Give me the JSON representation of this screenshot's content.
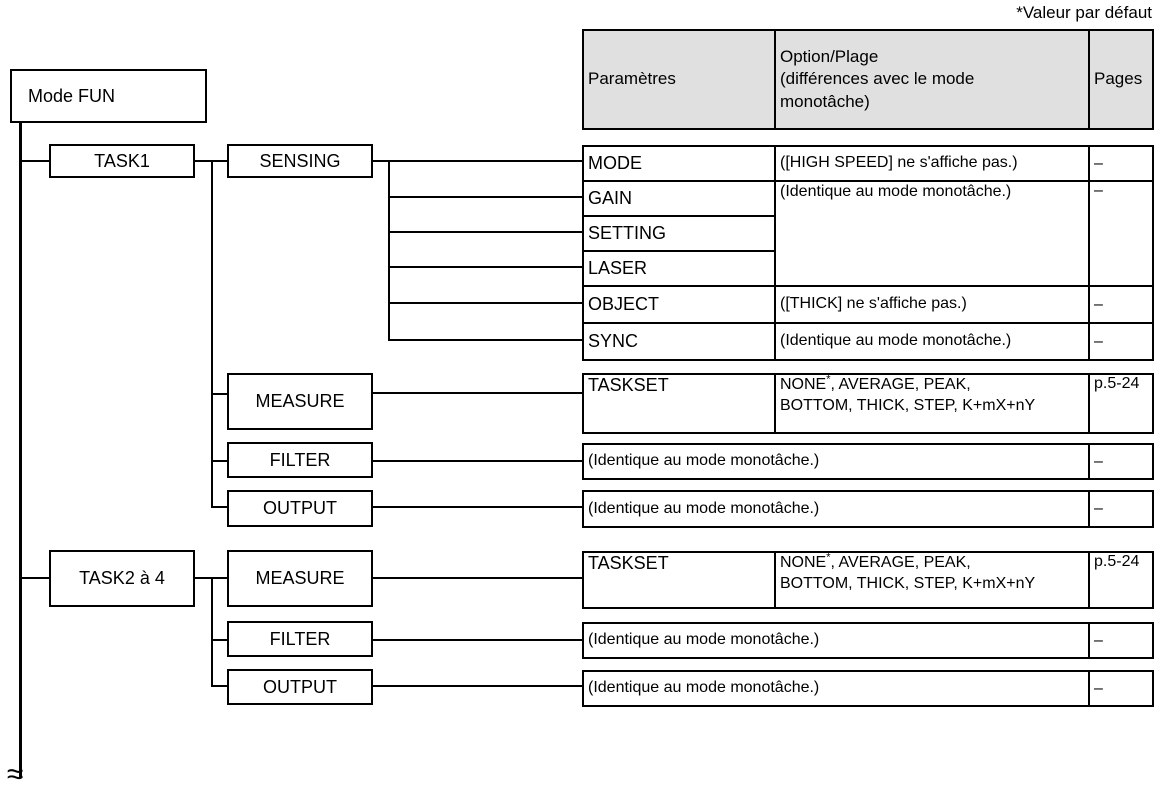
{
  "page": {
    "default_note": "*Valeur par défaut",
    "continuation_symbol": "≈"
  },
  "colors": {
    "header_bg": "#e0e0e0",
    "line": "#000000",
    "page_bg": "#ffffff"
  },
  "table_header": {
    "parametres": "Paramètres",
    "option_line1": "Option/Plage",
    "option_line2": "(différences avec le mode",
    "option_line3": "monotâche)",
    "pages": "Pages"
  },
  "tree": {
    "root_label": "Mode FUN",
    "task1_label": "TASK1",
    "task2_label": "TASK2 à 4",
    "sensing_label": "SENSING",
    "measure_label": "MEASURE",
    "filter_label": "FILTER",
    "output_label": "OUTPUT"
  },
  "sensing_rows": {
    "mode": {
      "param": "MODE",
      "option": "([HIGH SPEED] ne s'affiche pas.)",
      "pages": "–"
    },
    "gain": {
      "param": "GAIN",
      "option": "(Identique au mode monotâche.)",
      "pages": "–"
    },
    "setting": {
      "param": "SETTING"
    },
    "laser": {
      "param": "LASER"
    },
    "object": {
      "param": "OBJECT",
      "option": "([THICK] ne s'affiche pas.)",
      "pages": "–"
    },
    "sync": {
      "param": "SYNC",
      "option": "(Identique au mode monotâche.)",
      "pages": "–"
    }
  },
  "taskset_row": {
    "param": "TASKSET",
    "option_name": "NONE",
    "option_star": "*",
    "option_line1_rest": ", AVERAGE, PEAK,",
    "option_line2": "BOTTOM, THICK, STEP, K+mX+nY",
    "pages": "p.5-24"
  },
  "identique_row": {
    "text": "(Identique au mode monotâche.)",
    "pages": "–"
  }
}
